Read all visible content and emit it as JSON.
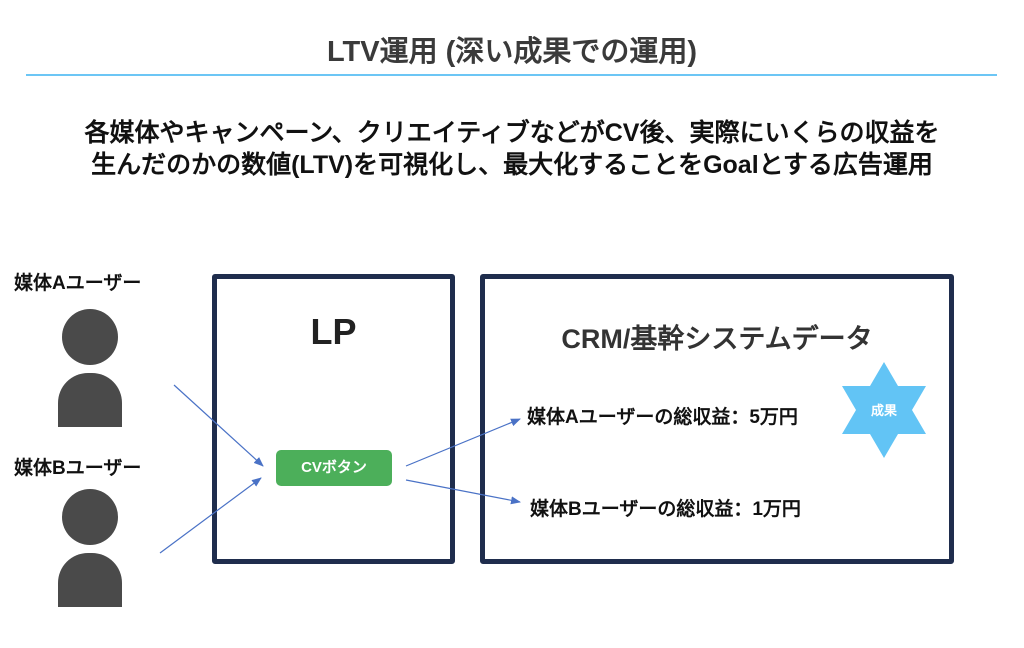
{
  "title": "LTV運用 (深い成果での運用)",
  "subtitle": {
    "line1": "各媒体やキャンペーン、クリエイティブなどがCV後、実際にいくらの収益を",
    "line2": "生んだのかの数値(LTV)を可視化し、最大化することをGoalとする広告運用"
  },
  "users": [
    {
      "label": "媒体Aユーザー",
      "icon": "person-icon"
    },
    {
      "label": "媒体Bユーザー",
      "icon": "person-icon"
    }
  ],
  "lp": {
    "title": "LP",
    "cv_button": "CVボタン"
  },
  "crm": {
    "title": "CRM/基幹システムデータ",
    "rows": [
      {
        "label": "媒体Aユーザーの総収益：5万円"
      },
      {
        "label": "媒体Bユーザーの総収益：1万円"
      }
    ],
    "badge": {
      "label": "成果",
      "icon": "six-point-star-icon"
    }
  },
  "colors": {
    "accent_rule": "#6cc6f5",
    "box_border": "#1f2d4d",
    "cv_button": "#4caf5a",
    "badge": "#62c4f5",
    "arrow": "#4a72c6",
    "person": "#4a4a4a"
  }
}
